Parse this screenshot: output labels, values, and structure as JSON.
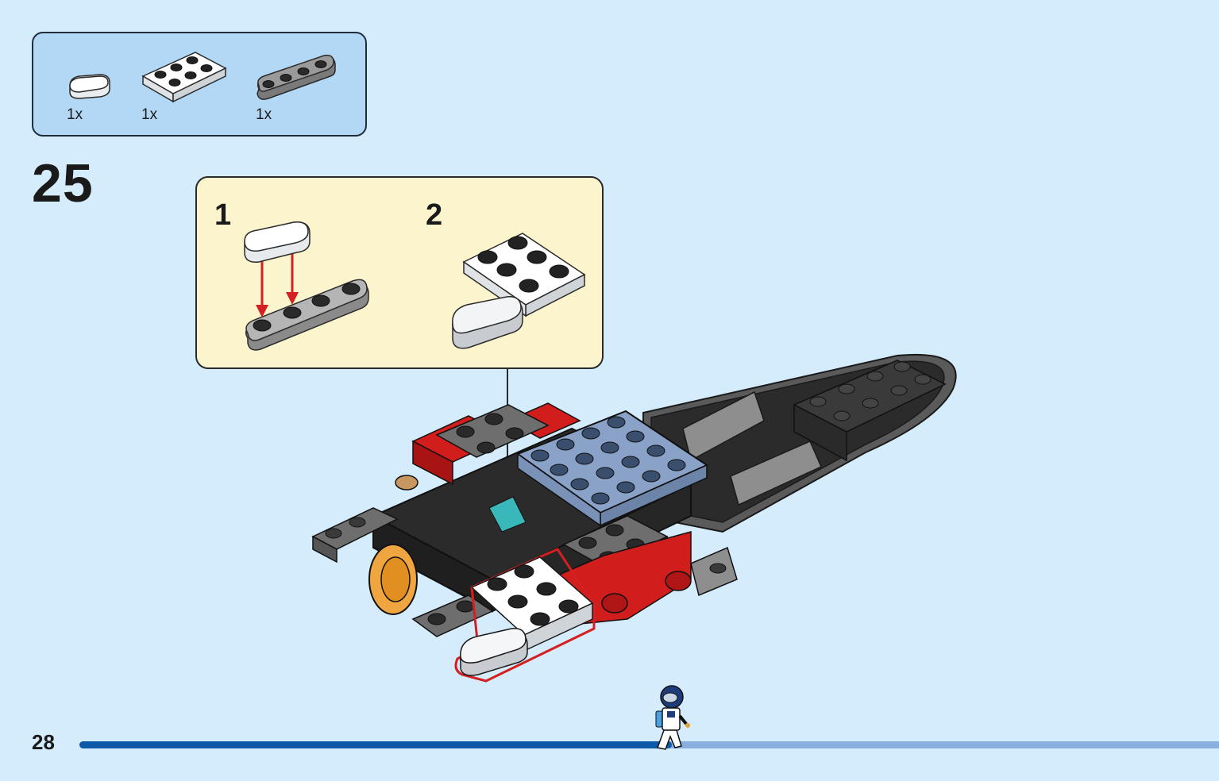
{
  "parts_list": {
    "items": [
      {
        "icon": "tile-1x2-rounded-white-icon",
        "qty": "1x",
        "color": "#ffffff"
      },
      {
        "icon": "plate-2x3-white-icon",
        "qty": "1x",
        "color": "#ffffff"
      },
      {
        "icon": "plate-1x4-rounded-gray-icon",
        "qty": "1x",
        "color": "#8a8a8a"
      }
    ]
  },
  "step": {
    "number": "25"
  },
  "substeps": [
    {
      "number": "1"
    },
    {
      "number": "2"
    }
  ],
  "colors": {
    "page_bg": "#d4ecfb",
    "parts_bg": "#b3d8f5",
    "substep_bg": "#fcf4cd",
    "arrow_red": "#d42020",
    "highlight_red": "#d42020",
    "progress_done": "#0d5aa8",
    "progress_remaining": "#8aaede"
  },
  "page": {
    "number": "28"
  },
  "progress": {
    "fraction": 0.52,
    "marker_icon": "minifigure-astronaut-icon"
  }
}
